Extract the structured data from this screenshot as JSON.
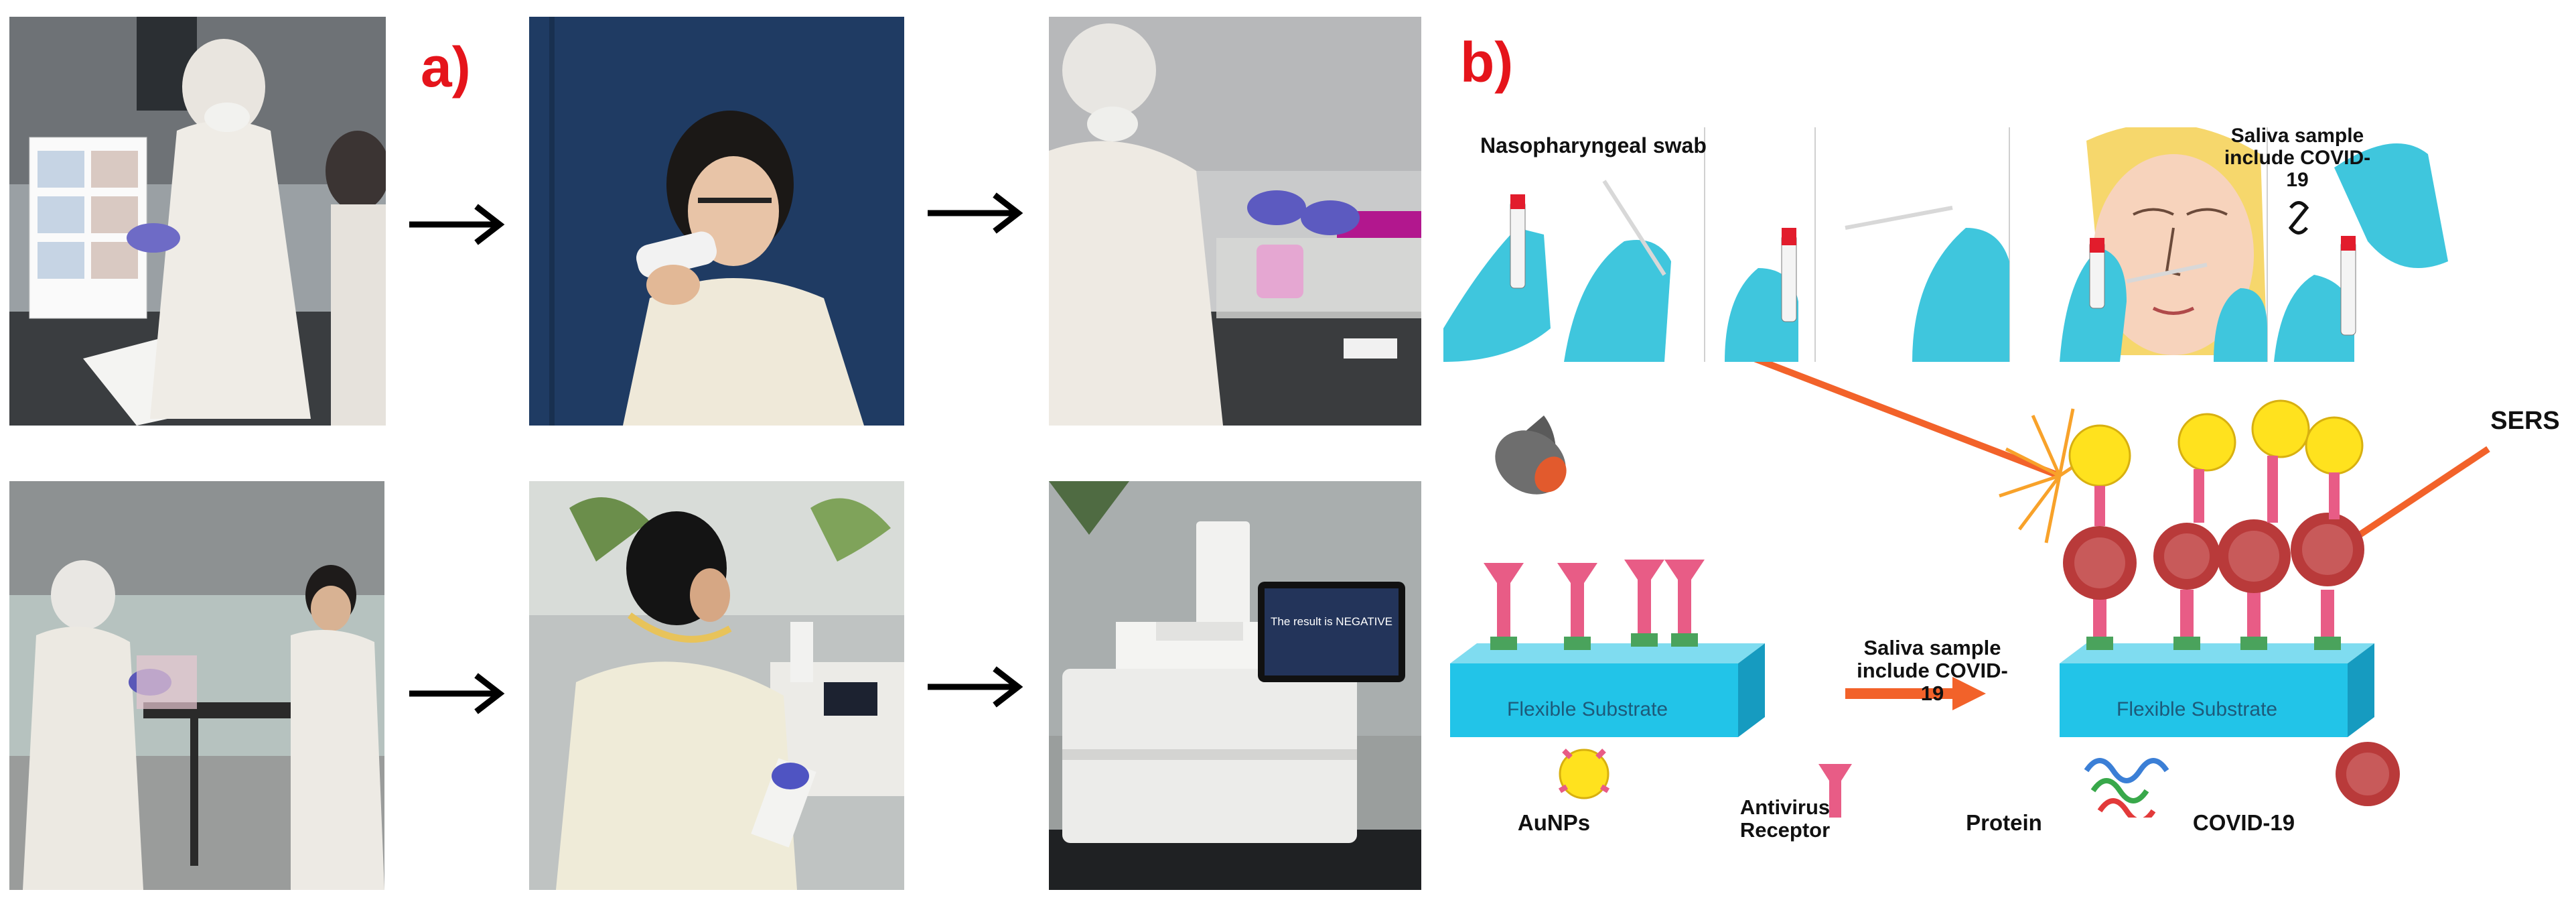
{
  "panel_a": {
    "label": "a)",
    "device_screen_text": "The result is NEGATIVE"
  },
  "panel_b": {
    "label": "b)",
    "swab_title": "Nasopharyngeal swab",
    "saliva_title": "Saliva sample include COVID-19",
    "sers_label": "SERS",
    "substrate_left": "Flexible Substrate",
    "substrate_right": "Flexible Substrate",
    "arrow_label": "Saliva sample include COVID-19",
    "legend": {
      "aunps": "AuNPs",
      "receptor": "Antivirus Receptor",
      "protein": "Protein",
      "covid": "COVID-19"
    }
  },
  "colors": {
    "label_red": "#e5141b",
    "glove_cyan": "#3fc6dd",
    "substrate_cyan": "#22c4e8",
    "receptor_pink": "#e85c86",
    "aunp_yellow": "#ffe21e",
    "virus_red": "#b93a3a",
    "laser_orange": "#f2622a"
  }
}
